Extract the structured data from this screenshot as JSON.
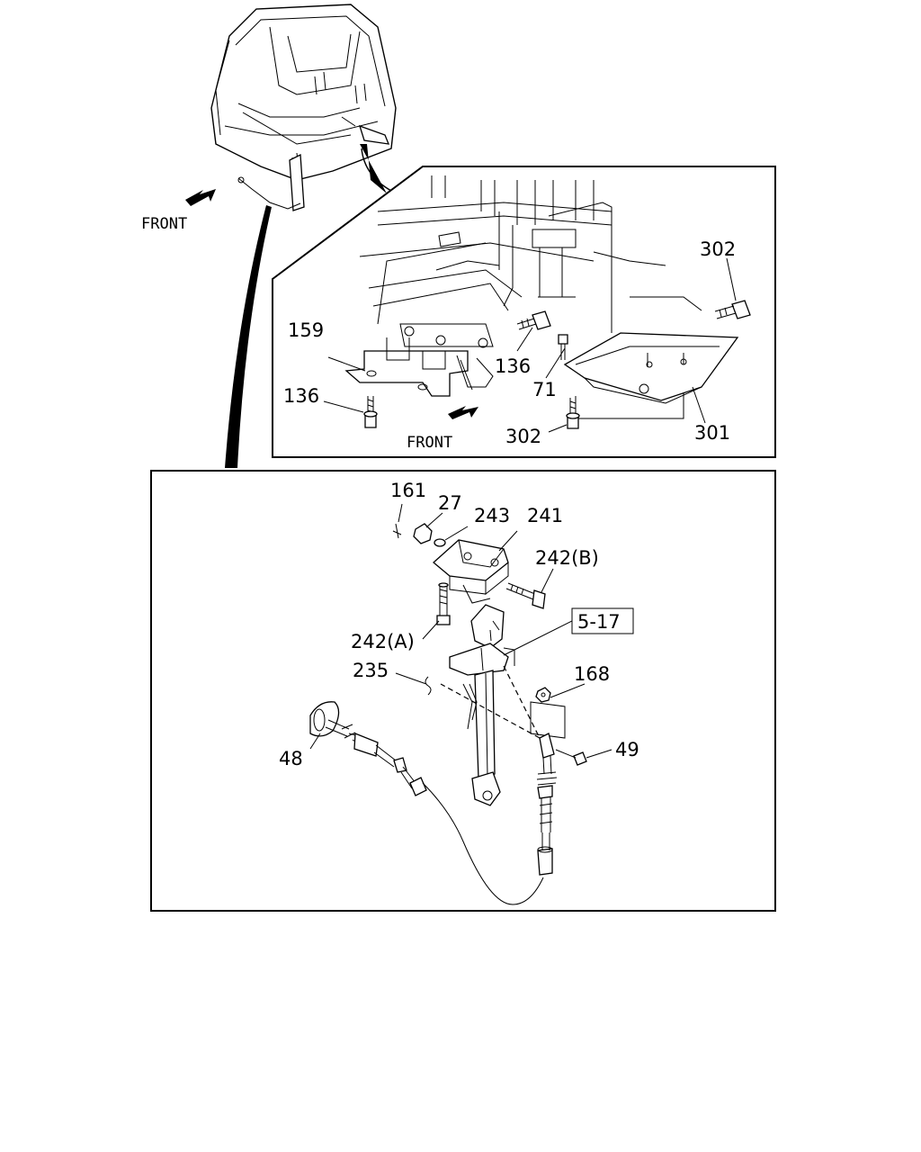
{
  "labels": {
    "front_top": "FRONT",
    "front_detail": "FRONT",
    "p302_top": "302",
    "p159": "159",
    "p136_mid": "136",
    "p71": "71",
    "p136_left": "136",
    "p302_bottom": "302",
    "p301": "301",
    "p161": "161",
    "p27": "27",
    "p243": "243",
    "p241": "241",
    "p242b": "242(B)",
    "p242a": "242(A)",
    "ref_5_17": "5-17",
    "p235": "235",
    "p168": "168",
    "p48": "48",
    "p49": "49"
  },
  "icons": {
    "front_arrow": "arrow-down-left-icon"
  }
}
